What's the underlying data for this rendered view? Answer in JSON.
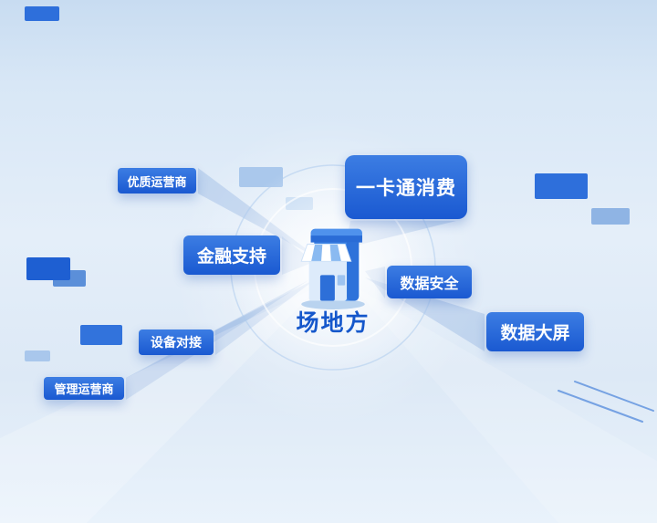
{
  "diagram": {
    "center": {
      "label": "场地方",
      "icon": "storefront-3d-icon"
    },
    "nodes": [
      {
        "id": "premium-operators",
        "label": "优质运营商"
      },
      {
        "id": "onecard-consumption",
        "label": "一卡通消费"
      },
      {
        "id": "financial-support",
        "label": "金融支持"
      },
      {
        "id": "data-security",
        "label": "数据安全"
      },
      {
        "id": "device-integration",
        "label": "设备对接"
      },
      {
        "id": "data-dashboard",
        "label": "数据大屏"
      },
      {
        "id": "managed-operators",
        "label": "管理运营商"
      }
    ],
    "colors": {
      "node_blue": "#1e62d6",
      "node_blue_light": "#3c7de3",
      "center_label": "#1557cb",
      "beam": "#7aa2dc",
      "background_light": "#e6f0fa"
    }
  }
}
